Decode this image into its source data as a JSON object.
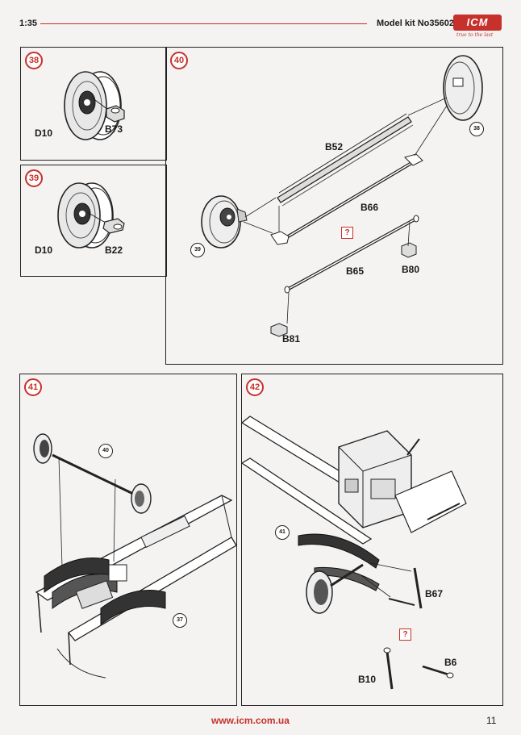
{
  "header": {
    "scale": "1:35",
    "model": "Model kit No35602",
    "logo_text": "ICM",
    "logo_tagline": "true to the last"
  },
  "steps": {
    "s38": {
      "number": "38",
      "parts": [
        "D10",
        "B73"
      ]
    },
    "s39": {
      "number": "39",
      "parts": [
        "D10",
        "B22"
      ]
    },
    "s40": {
      "number": "40",
      "parts": [
        "B52",
        "B66",
        "B65",
        "B80",
        "B81"
      ],
      "refs": [
        "38",
        "39"
      ],
      "warn": "?"
    },
    "s41": {
      "number": "41",
      "refs": [
        "40",
        "37"
      ]
    },
    "s42": {
      "number": "42",
      "parts": [
        "B67",
        "B6",
        "B10"
      ],
      "refs": [
        "41"
      ],
      "warn": "?"
    }
  },
  "footer": {
    "url": "www.icm.com.ua",
    "page": "11"
  },
  "colors": {
    "accent": "#c7312b",
    "ink": "#222222"
  }
}
